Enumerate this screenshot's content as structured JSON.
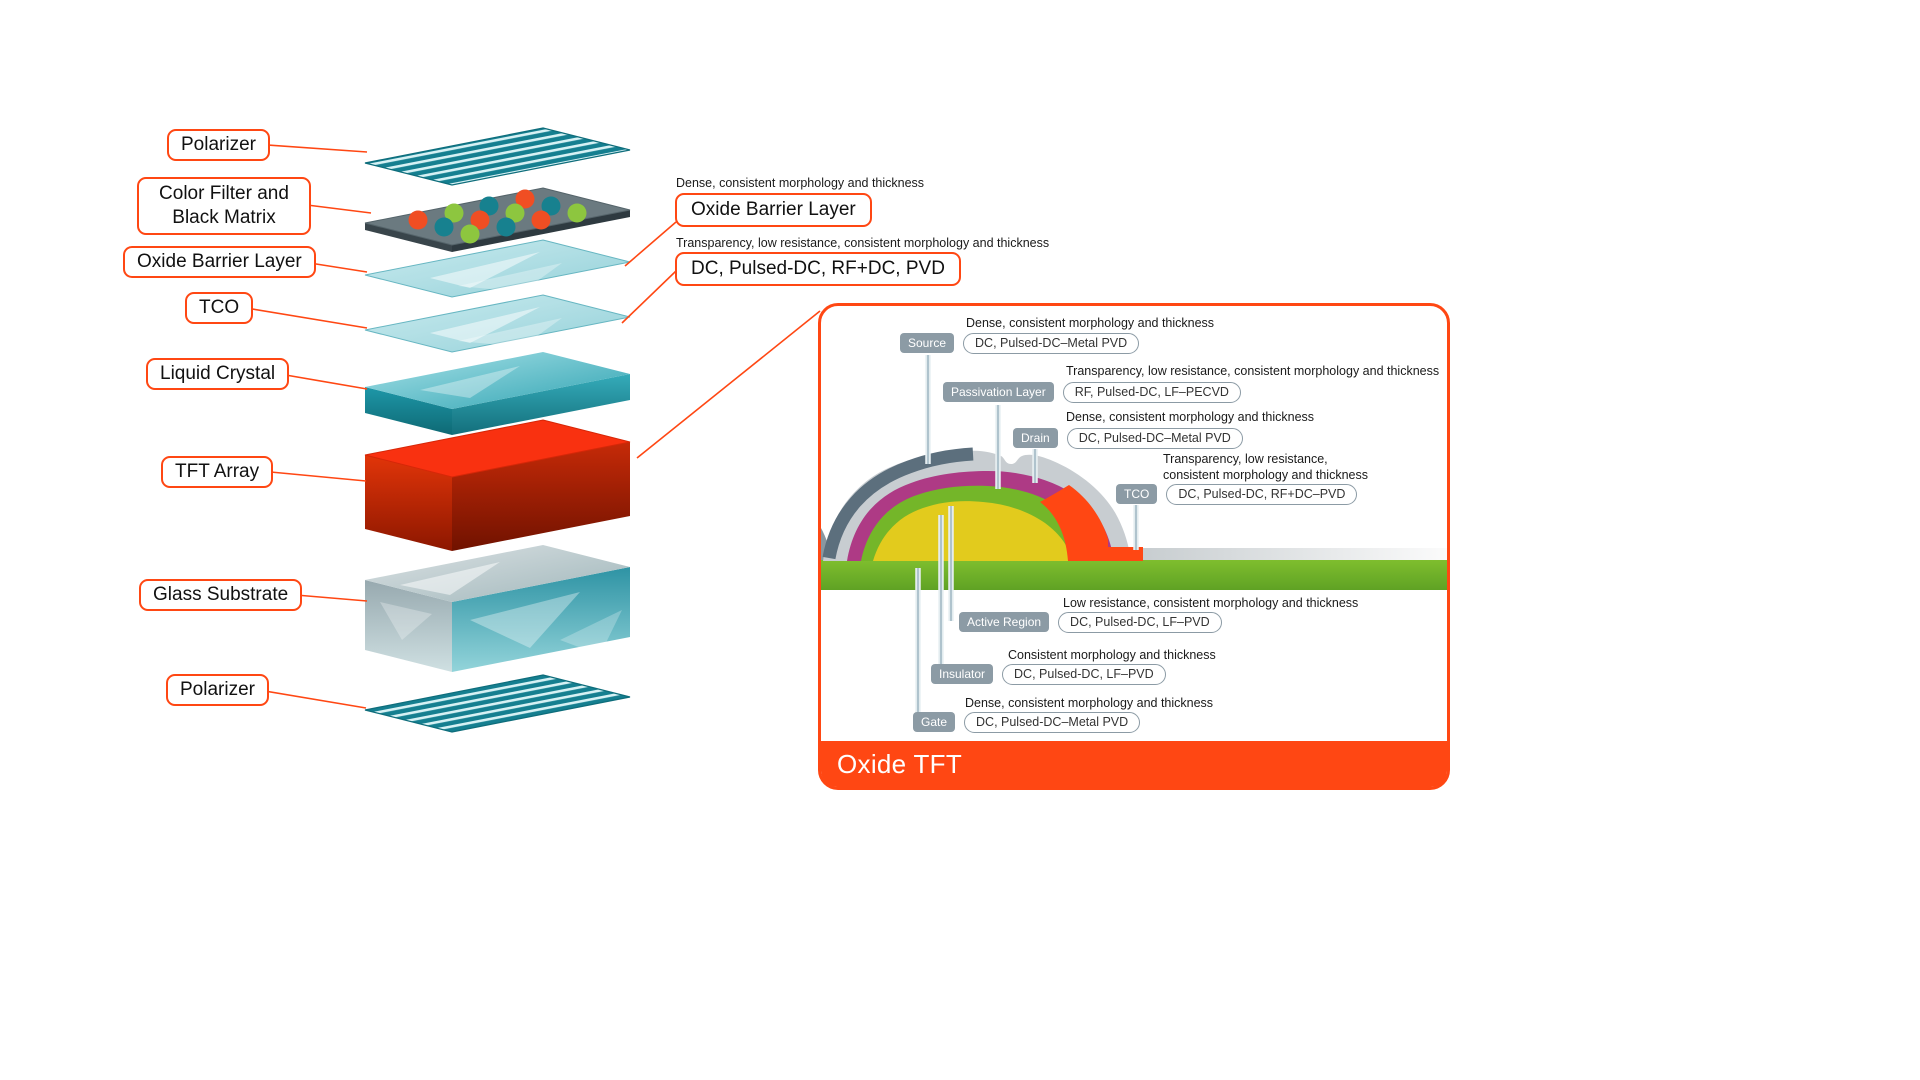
{
  "colors": {
    "accent": "#FF4713",
    "badge_gray": "#8C9BA5",
    "polarizer_teal": "#157F90",
    "tft_red": "#F93110",
    "base_green": "#76B82A",
    "magenta": "#AE3A85",
    "yellow": "#E2CB1D"
  },
  "stack": {
    "labels": [
      {
        "label": "Polarizer"
      },
      {
        "label": "Color Filter and Black Matrix"
      },
      {
        "label": "Oxide Barrier Layer"
      },
      {
        "label": "TCO"
      },
      {
        "label": "Liquid Crystal"
      },
      {
        "label": "TFT Array"
      },
      {
        "label": "Glass Substrate"
      },
      {
        "label": "Polarizer"
      }
    ]
  },
  "annotations": {
    "barrier_note": "Dense, consistent morphology and thickness",
    "barrier_title": "Oxide Barrier Layer",
    "tco_note": "Transparency, low resistance, consistent morphology and thickness",
    "tco_title": "DC, Pulsed-DC, RF+DC, PVD"
  },
  "inset": {
    "title": "Oxide TFT",
    "callouts": [
      {
        "note": "Dense, consistent morphology and thickness",
        "layer": "Source",
        "process": "DC, Pulsed-DC–Metal PVD"
      },
      {
        "note": "Transparency, low resistance, consistent morphology and thickness",
        "layer": "Passivation Layer",
        "process": "RF, Pulsed-DC, LF–PECVD"
      },
      {
        "note": "Dense, consistent morphology and thickness",
        "layer": "Drain",
        "process": "DC, Pulsed-DC–Metal PVD"
      },
      {
        "note": "Transparency, low resistance, consistent morphology and thickness",
        "layer": "TCO",
        "process": "DC, Pulsed-DC, RF+DC–PVD"
      },
      {
        "note": "Low resistance, consistent morphology and thickness",
        "layer": "Active Region",
        "process": "DC, Pulsed-DC, LF–PVD"
      },
      {
        "note": "Consistent morphology and thickness",
        "layer": "Insulator",
        "process": "DC, Pulsed-DC, LF–PVD"
      },
      {
        "note": "Dense, consistent morphology and thickness",
        "layer": "Gate",
        "process": "DC, Pulsed-DC–Metal PVD"
      }
    ]
  }
}
